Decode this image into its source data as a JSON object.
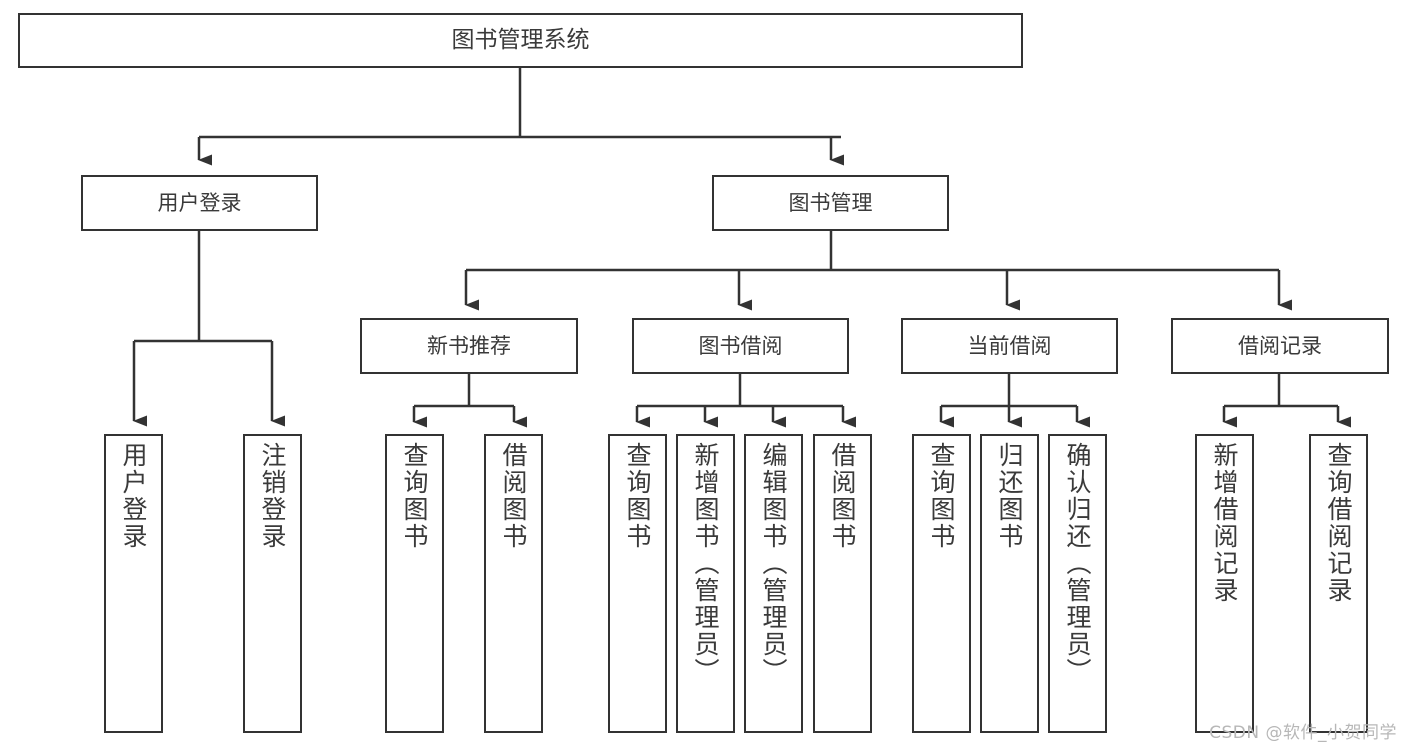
{
  "diagram": {
    "type": "tree",
    "title": "图书管理系统",
    "root": {
      "label": "图书管理系统"
    },
    "tier2": [
      {
        "label": "用户登录"
      },
      {
        "label": "图书管理"
      }
    ],
    "tier3": [
      {
        "label": "新书推荐"
      },
      {
        "label": "图书借阅"
      },
      {
        "label": "当前借阅"
      },
      {
        "label": "借阅记录"
      }
    ],
    "leaves": [
      {
        "label": "用户登录",
        "parent": "用户登录"
      },
      {
        "label": "注销登录",
        "parent": "用户登录"
      },
      {
        "label": "查询图书",
        "parent": "新书推荐"
      },
      {
        "label": "借阅图书",
        "parent": "新书推荐"
      },
      {
        "label": "查询图书",
        "parent": "图书借阅"
      },
      {
        "label": "新增图书（管理员）",
        "parent": "图书借阅"
      },
      {
        "label": "编辑图书（管理员）",
        "parent": "图书借阅"
      },
      {
        "label": "借阅图书",
        "parent": "图书借阅"
      },
      {
        "label": "查询图书",
        "parent": "当前借阅"
      },
      {
        "label": "归还图书",
        "parent": "当前借阅"
      },
      {
        "label": "确认归还（管理员）",
        "parent": "当前借阅"
      },
      {
        "label": "新增借阅记录",
        "parent": "借阅记录"
      },
      {
        "label": "查询借阅记录",
        "parent": "借阅记录"
      }
    ],
    "watermark": "CSDN @软件_小贺同学",
    "colors": {
      "border": "#333333",
      "text": "#3a3a3a",
      "background": "#ffffff",
      "watermark": "#b7b7b7"
    }
  }
}
